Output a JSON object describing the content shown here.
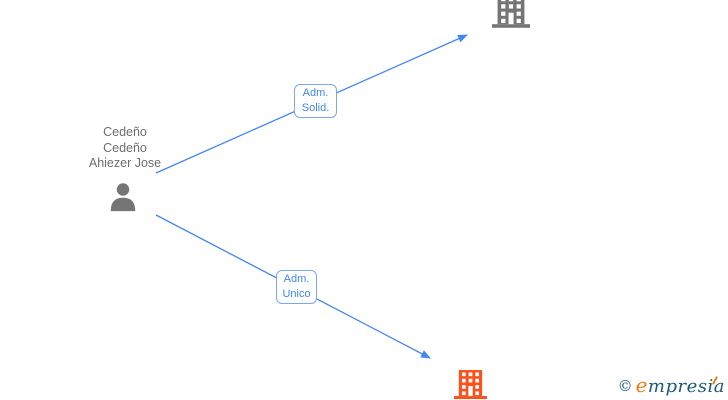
{
  "diagram": {
    "person": {
      "icon": "user-icon",
      "line1": "Cedeño",
      "line2": "Cedeño",
      "line3": "Ahiezer Jose"
    },
    "companies": {
      "top": {
        "icon": "building-icon",
        "color": "#757575"
      },
      "bottom": {
        "icon": "building-icon",
        "color": "#fb511d"
      }
    },
    "edges": {
      "solid": {
        "line1": "Adm.",
        "line2": "Solid."
      },
      "unico": {
        "line1": "Adm.",
        "line2": "Unico"
      }
    }
  },
  "logo": {
    "copyright": "©",
    "brand_initial": "e",
    "brand_rest": "mpresia"
  },
  "colors": {
    "edge_blue": "#4285f4",
    "label_border_blue": "#7ba7f0",
    "label_text_blue": "#4285f4",
    "node_gray": "#757575",
    "company_orange": "#fb511d",
    "person_text_gray": "#6e6e6e",
    "logo_navy": "#1c5a78",
    "logo_orange": "#ee7d18",
    "background": "#ffffff"
  }
}
